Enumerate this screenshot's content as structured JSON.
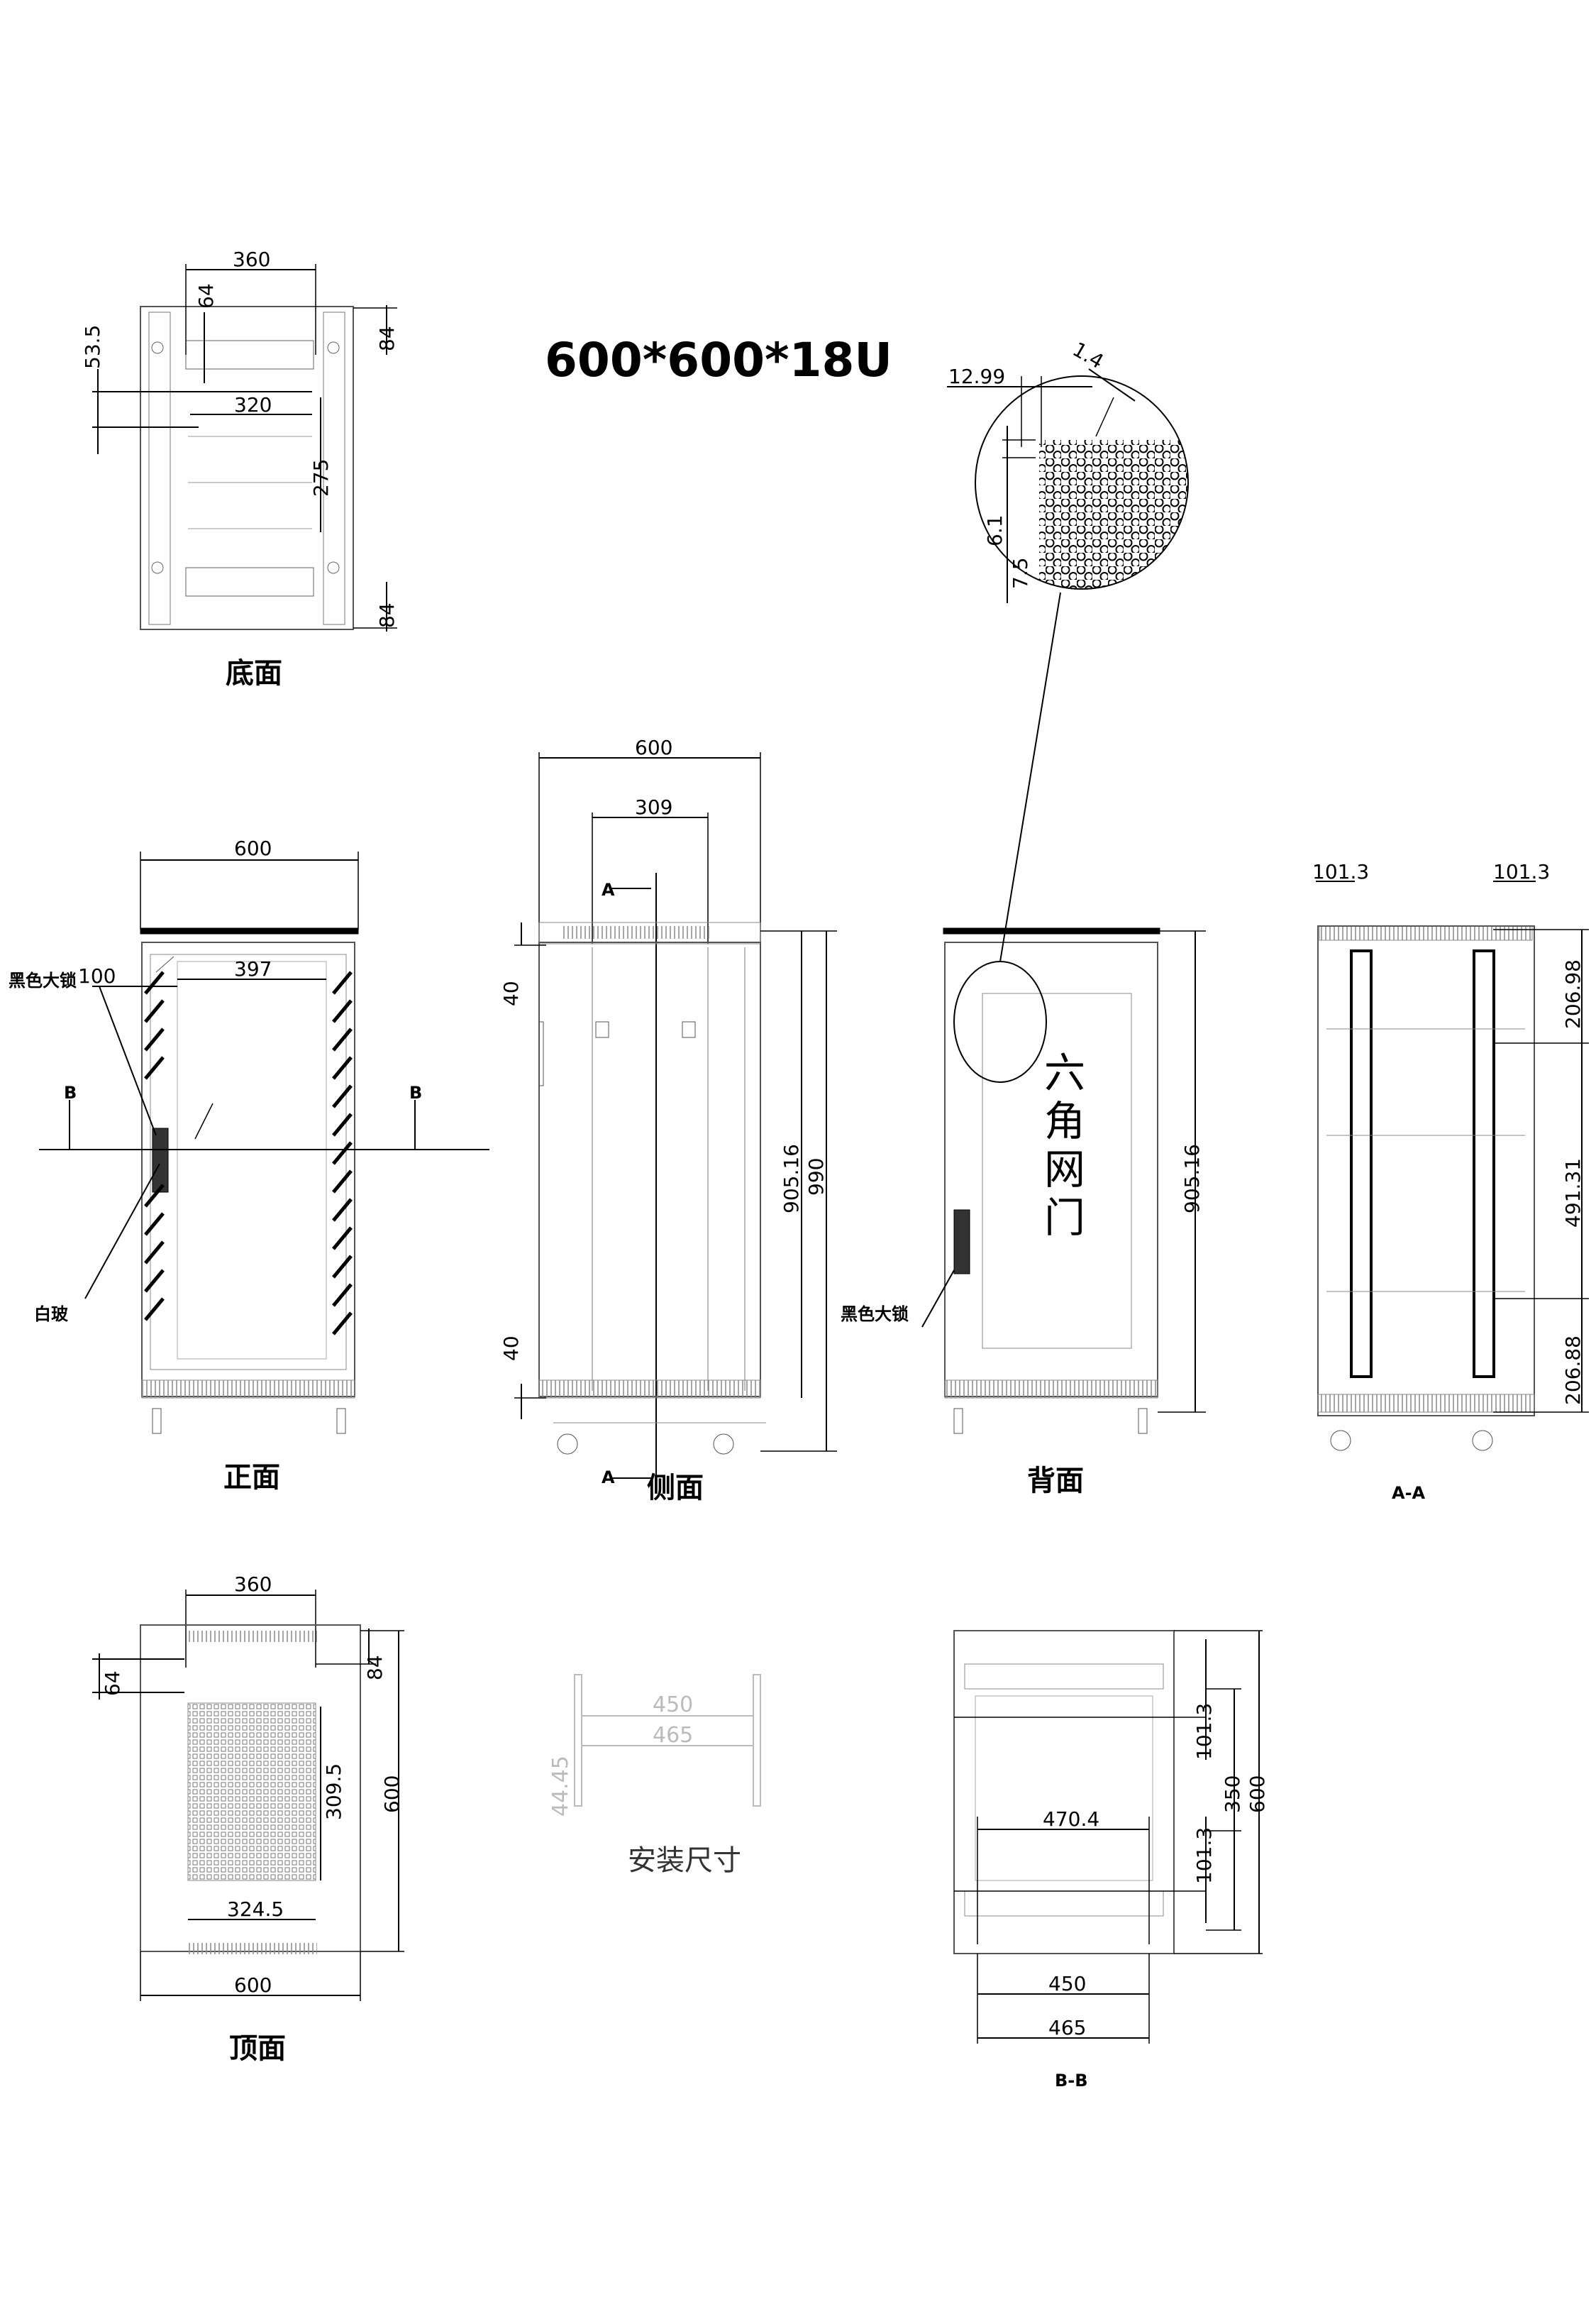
{
  "title": "600*600*18U",
  "views": {
    "bottom": {
      "label": "底面",
      "d_360": "360",
      "d_64": "64",
      "d_53_5": "53.5",
      "d_320": "320",
      "d_275": "275",
      "d_84_top": "84",
      "d_84_bot": "84"
    },
    "front": {
      "label": "正面",
      "d_600": "600",
      "d_100": "100",
      "d_397": "397",
      "lock": "黑色大锁",
      "glass": "白玻",
      "sec_left": "B",
      "sec_right": "B"
    },
    "side": {
      "label": "侧面",
      "d_600": "600",
      "d_309": "309",
      "d_40_top": "40",
      "d_40_bot": "40",
      "d_905": "905.16",
      "d_990": "990",
      "sec_top": "A",
      "sec_bot": "A"
    },
    "back": {
      "label": "背面",
      "lock": "黑色大锁",
      "door_text": [
        "六",
        "角",
        "网",
        "门"
      ],
      "d_905": "905.16"
    },
    "detail": {
      "d_12_99": "12.99",
      "d_1_4": "1.4",
      "d_6_1": "6.1",
      "d_7_5": "7.5"
    },
    "section_aa": {
      "label": "A-A",
      "d_101_3_left": "101.3",
      "d_101_3_right": "101.3",
      "d_206_98": "206.98",
      "d_491_31": "491.31",
      "d_206_88": "206.88"
    },
    "top": {
      "label": "顶面",
      "d_360": "360",
      "d_64": "64",
      "d_84": "84",
      "d_309_5": "309.5",
      "d_324_5": "324.5",
      "d_600_side": "600",
      "d_600_bottom": "600"
    },
    "install": {
      "label": "安装尺寸",
      "d_450": "450",
      "d_465": "465",
      "d_44_45": "44.45"
    },
    "section_bb": {
      "label": "B-B",
      "d_470_4": "470.4",
      "d_101_3_top": "101.3",
      "d_350": "350",
      "d_600": "600",
      "d_101_3_bot": "101.3",
      "d_450": "450",
      "d_465": "465"
    }
  }
}
